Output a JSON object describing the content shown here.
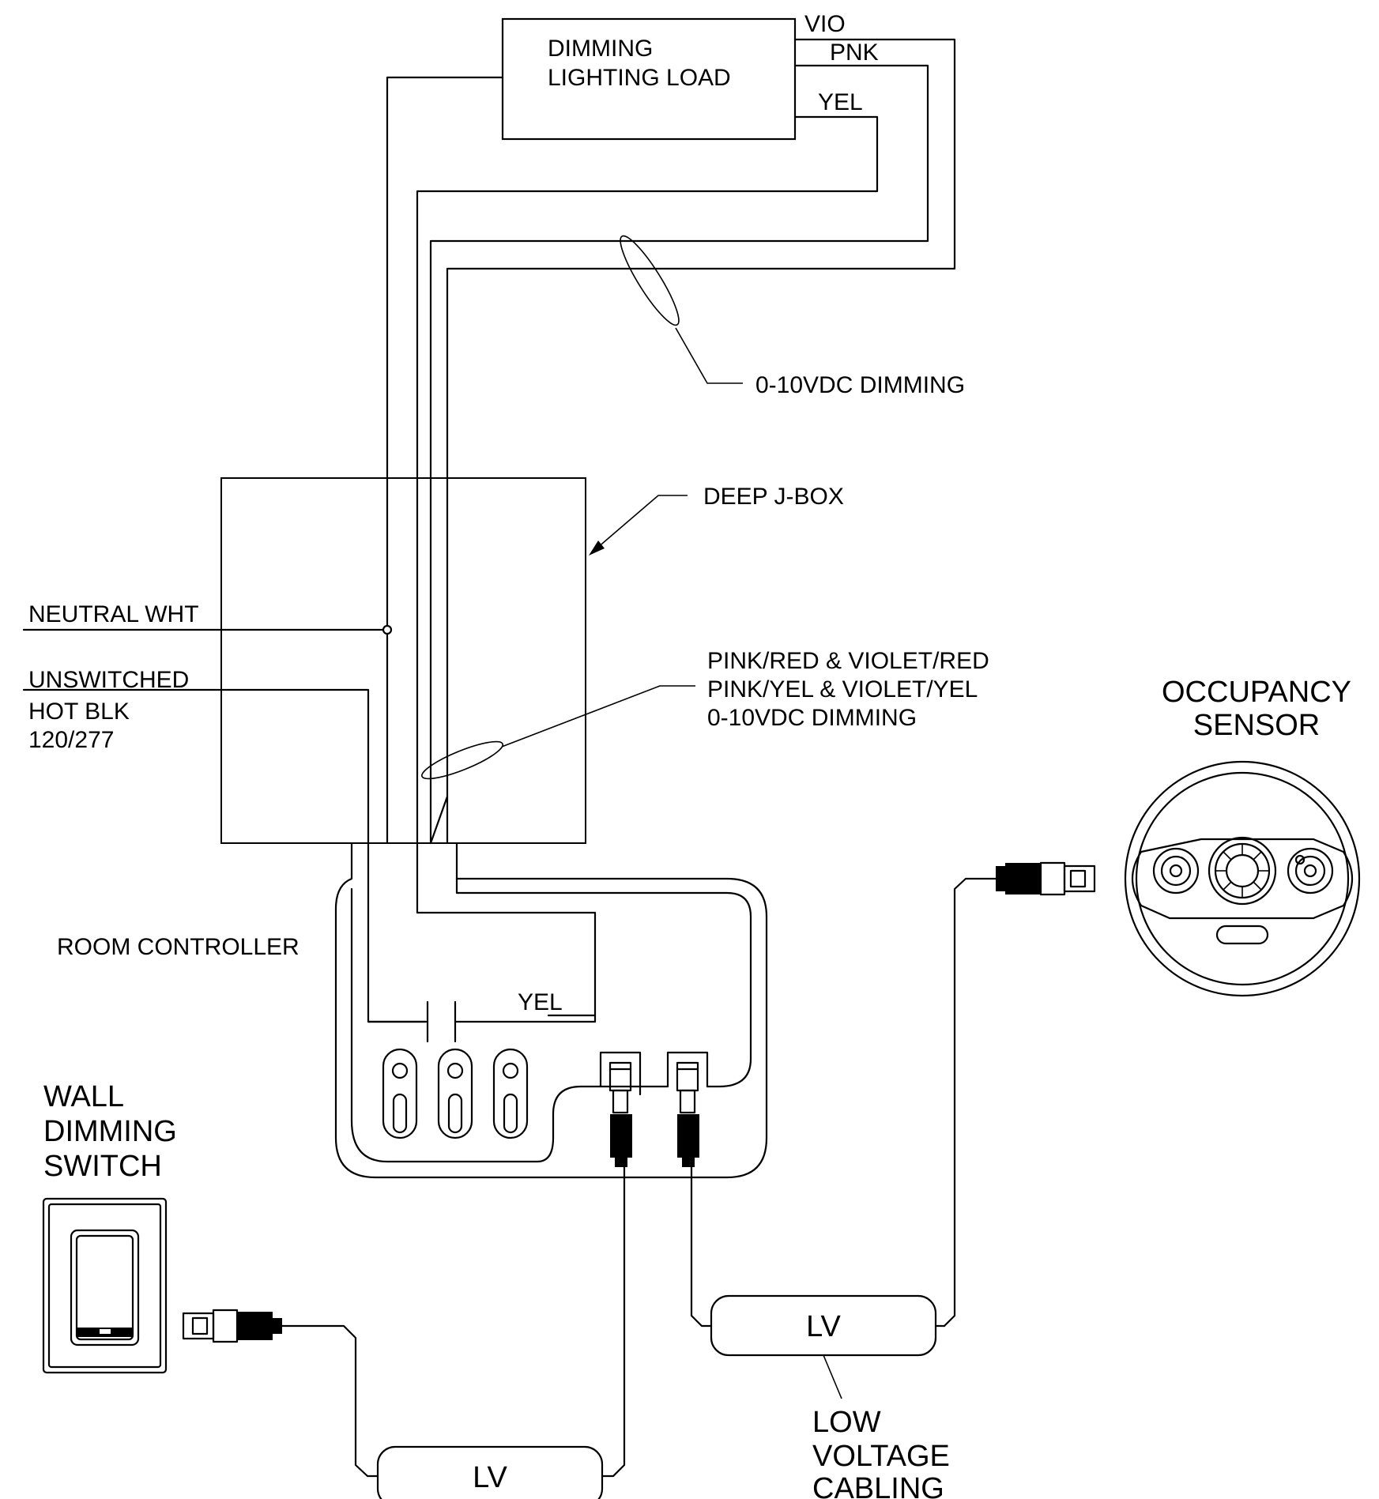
{
  "labels": {
    "load_line1": "DIMMING",
    "load_line2": "LIGHTING LOAD",
    "vio": "VIO",
    "pnk": "PNK",
    "yel_top": "YEL",
    "dimming_0_10": "0-10VDC DIMMING",
    "deep_jbox": "DEEP J-BOX",
    "neutral": "NEUTRAL WHT",
    "unswitched_1": "UNSWITCHED",
    "unswitched_2": "HOT BLK",
    "unswitched_3": "120/277",
    "splice_1": "PINK/RED & VIOLET/RED",
    "splice_2": "PINK/YEL & VIOLET/YEL",
    "splice_3": "0-10VDC DIMMING",
    "occupancy_1": "OCCUPANCY",
    "occupancy_2": "SENSOR",
    "room_controller": "ROOM CONTROLLER",
    "yel_controller": "YEL",
    "wall_1": "WALL",
    "wall_2": "DIMMING",
    "wall_3": "SWITCH",
    "lv_left": "LV",
    "lv_right": "LV",
    "low_voltage_1": "LOW",
    "low_voltage_2": "VOLTAGE",
    "low_voltage_3": "CABLING"
  },
  "colors": {
    "line": "#000000",
    "background": "#ffffff"
  }
}
